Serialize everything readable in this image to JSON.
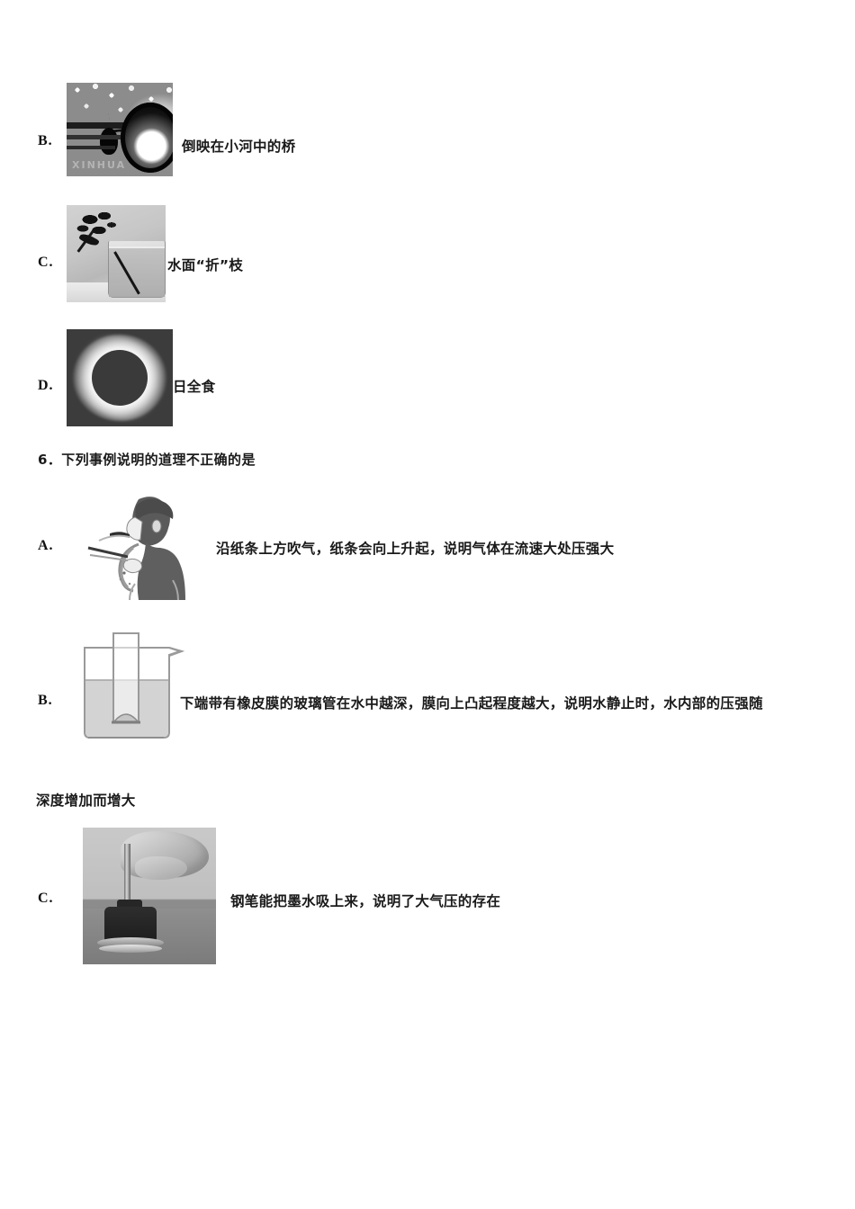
{
  "document": {
    "type": "exam-paper",
    "language": "zh-CN",
    "page_background": "#ffffff"
  },
  "question_5_options": [
    {
      "letter": "B.",
      "caption": "倒映在小河中的桥",
      "image_name": "bridge-reflection-photo",
      "image_alt": "桥在小河中的倒影黑白照片"
    },
    {
      "letter": "C.",
      "caption": "水面“折”枝",
      "image_name": "bent-stem-in-water-photo",
      "image_alt": "插在玻璃杯水中看起来折断的花枝"
    },
    {
      "letter": "D.",
      "caption": "日全食",
      "image_name": "solar-eclipse-photo",
      "image_alt": "日全食黑色圆盘与日冕"
    }
  ],
  "question_6": {
    "number": "6.",
    "stem": "下列事例说明的道理不正确的是",
    "full_text": "6．下列事例说明的道理不正确的是",
    "options": [
      {
        "letter": "A.",
        "caption": "沿纸条上方吹气，纸条会向上升起，说明气体在流速大处压强大",
        "image_name": "boy-blowing-paper-strip-figure",
        "image_alt": "男孩沿纸条上方吹气的示意图"
      },
      {
        "letter": "B.",
        "caption": "下端带有橡皮膜的玻璃管在水中越深，膜向上凸起程度越大，说明水静止时，水内部的压强随",
        "caption_continued": "深度增加而增大",
        "image_name": "beaker-tube-rubber-membrane-figure",
        "image_alt": "烧杯中下端带橡皮膜的玻璃管示意图"
      },
      {
        "letter": "C.",
        "caption": "钢笔能把墨水吸上来，说明了大气压的存在",
        "image_name": "fountain-pen-ink-bottle-photo",
        "image_alt": "手持钢笔从墨水瓶吸墨水的照片"
      }
    ]
  },
  "figures": {
    "bridge_watermark": "XINHUA"
  }
}
